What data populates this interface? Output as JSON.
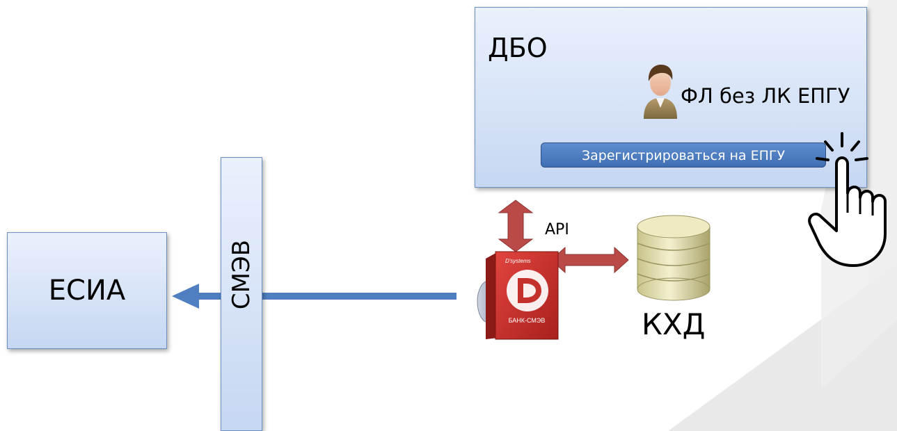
{
  "diagram": {
    "dbo_title": "ДБО",
    "fl_label": "ФЛ без ЛК ЕПГУ",
    "register_button_label": "Зарегистрироваться на ЕПГУ",
    "esia_label": "ЕСИА",
    "smev_label": "СМЭВ",
    "api_label": "API",
    "khd_label": "КХД",
    "product_box": {
      "brand": "D'systems",
      "name": "БАНК-СМЭВ"
    }
  },
  "colors": {
    "box_fill_top": "#eaf1fd",
    "box_fill_bottom": "#c6d7f2",
    "blue_arrow": "#4f7fc0",
    "red_arrow": "#b94a48",
    "button_fill": "#4a7abf",
    "background_panel": "#efefef"
  },
  "icons": {
    "person": "person-icon",
    "pointer": "hand-pointer-icon",
    "database": "database-icon",
    "product": "software-box-icon"
  }
}
